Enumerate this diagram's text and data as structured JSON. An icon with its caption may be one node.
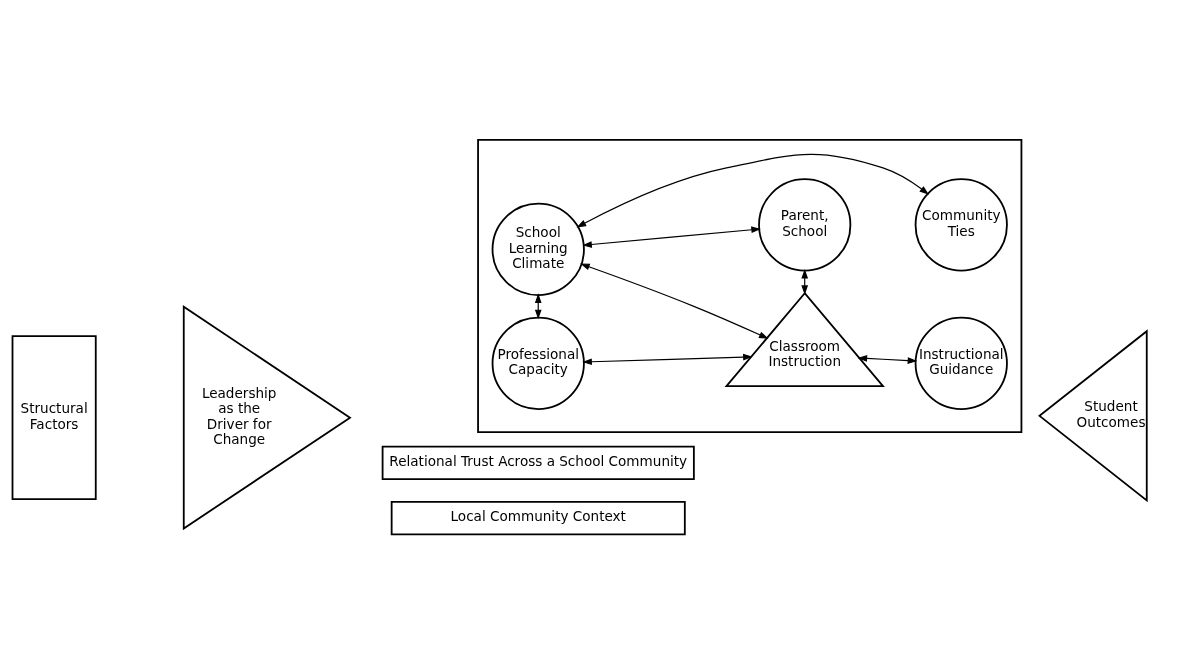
{
  "diagram": {
    "nodes": [
      {
        "text": [
          "Relational Trust Across a School Community"
        ]
      },
      {
        "text": [],
        "shape": "box"
      },
      {
        "text": [
          "Professional Capacity"
        ],
        "in": 1
      },
      {
        "text": [
          "Classroom Instruction"
        ],
        "in": 1
      },
      {
        "text": [
          "Instructional Guidance"
        ],
        "in": 1
      },
      {
        "text": [
          "School Learning Climate"
        ],
        "in": 1
      },
      {
        "text": [
          "Parent, School"
        ],
        "in": 1
      },
      {
        "text": [
          "Community Ties"
        ],
        "in": 1
      },
      {
        "text": [
          "Structural Factors"
        ]
      },
      {
        "text": [
          "Leadership as the Driver for Change"
        ]
      },
      {
        "text": [
          "Student Outcomes"
        ]
      },
      {
        "text": [
          "Local Community Context"
        ]
      }
    ],
    "edges": [
      {
        "from": 2,
        "to": 3,
        "arrow": "both"
      },
      {
        "from": 3,
        "to": 4,
        "arrow": "both"
      },
      {
        "from": 2,
        "to": 5,
        "arrow": "both"
      },
      {
        "from": 5,
        "to": 3,
        "arrow": "both"
      },
      {
        "from": 3,
        "to": 6,
        "arrow": "both"
      },
      {
        "from": 5,
        "to": 7,
        "arrow": "both"
      },
      {
        "from": 5,
        "to": 6,
        "arrow": "both"
      }
    ]
  }
}
